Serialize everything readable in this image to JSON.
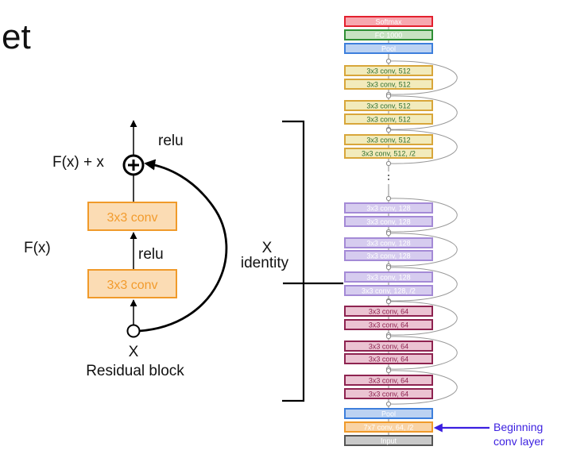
{
  "title": "et",
  "residual_block": {
    "top_relu": "relu",
    "sum_label": "F(x) + x",
    "plus_symbol": "+",
    "fx_label": "F(x)",
    "conv_top": "3x3 conv",
    "conv_bottom": "3x3 conv",
    "mid_relu": "relu",
    "x_label": "X",
    "caption": "Residual block",
    "identity_x": "X",
    "identity_word": "identity"
  },
  "network": {
    "layers": [
      {
        "label": "Softmax",
        "kind": "softmax"
      },
      {
        "label": "FC 1000",
        "kind": "fc"
      },
      {
        "label": "Pool",
        "kind": "pool"
      },
      {
        "label": "3x3 conv, 512",
        "kind": "conv512"
      },
      {
        "label": "3x3 conv, 512",
        "kind": "conv512"
      },
      {
        "label": "3x3 conv, 512",
        "kind": "conv512"
      },
      {
        "label": "3x3 conv, 512",
        "kind": "conv512"
      },
      {
        "label": "3x3 conv, 512",
        "kind": "conv512"
      },
      {
        "label": "3x3 conv, 512, /2",
        "kind": "conv512"
      },
      {
        "label": "3x3 conv, 128",
        "kind": "conv128"
      },
      {
        "label": "3x3 conv, 128",
        "kind": "conv128"
      },
      {
        "label": "3x3 conv, 128",
        "kind": "conv128"
      },
      {
        "label": "3x3 conv, 128",
        "kind": "conv128"
      },
      {
        "label": "3x3 conv, 128",
        "kind": "conv128"
      },
      {
        "label": "3x3 conv, 128, /2",
        "kind": "conv128"
      },
      {
        "label": "3x3 conv, 64",
        "kind": "conv64"
      },
      {
        "label": "3x3 conv, 64",
        "kind": "conv64"
      },
      {
        "label": "3x3 conv, 64",
        "kind": "conv64"
      },
      {
        "label": "3x3 conv, 64",
        "kind": "conv64"
      },
      {
        "label": "3x3 conv, 64",
        "kind": "conv64"
      },
      {
        "label": "3x3 conv, 64",
        "kind": "conv64"
      },
      {
        "label": "Pool",
        "kind": "pool"
      },
      {
        "label": "7x7 conv, 64, /2",
        "kind": "conv7"
      },
      {
        "label": "Input",
        "kind": "input"
      }
    ],
    "colors": {
      "softmax": {
        "fill": "#f7a8b0",
        "stroke": "#e3202e",
        "text": "#ffffff"
      },
      "fc": {
        "fill": "#c7e2c2",
        "stroke": "#2f8f35",
        "text": "#ffffff"
      },
      "pool": {
        "fill": "#bcd2f2",
        "stroke": "#3d7fdc",
        "text": "#ffffff"
      },
      "conv512": {
        "fill": "#f2ebbc",
        "stroke": "#d8a63a",
        "text": "#2f6e2f"
      },
      "conv128": {
        "fill": "#d6ccef",
        "stroke": "#a48ad6",
        "text": "#ffffff"
      },
      "conv64": {
        "fill": "#ebc3d2",
        "stroke": "#8e2350",
        "text": "#8e2350"
      },
      "conv7": {
        "fill": "#f9d3a5",
        "stroke": "#f09a2a",
        "text": "#ffffff"
      },
      "input": {
        "fill": "#c9c9c9",
        "stroke": "#555555",
        "text": "#ffffff"
      }
    },
    "annotation": {
      "line1": "Beginning",
      "line2": "conv layer",
      "color": "#3b1fe0"
    }
  }
}
